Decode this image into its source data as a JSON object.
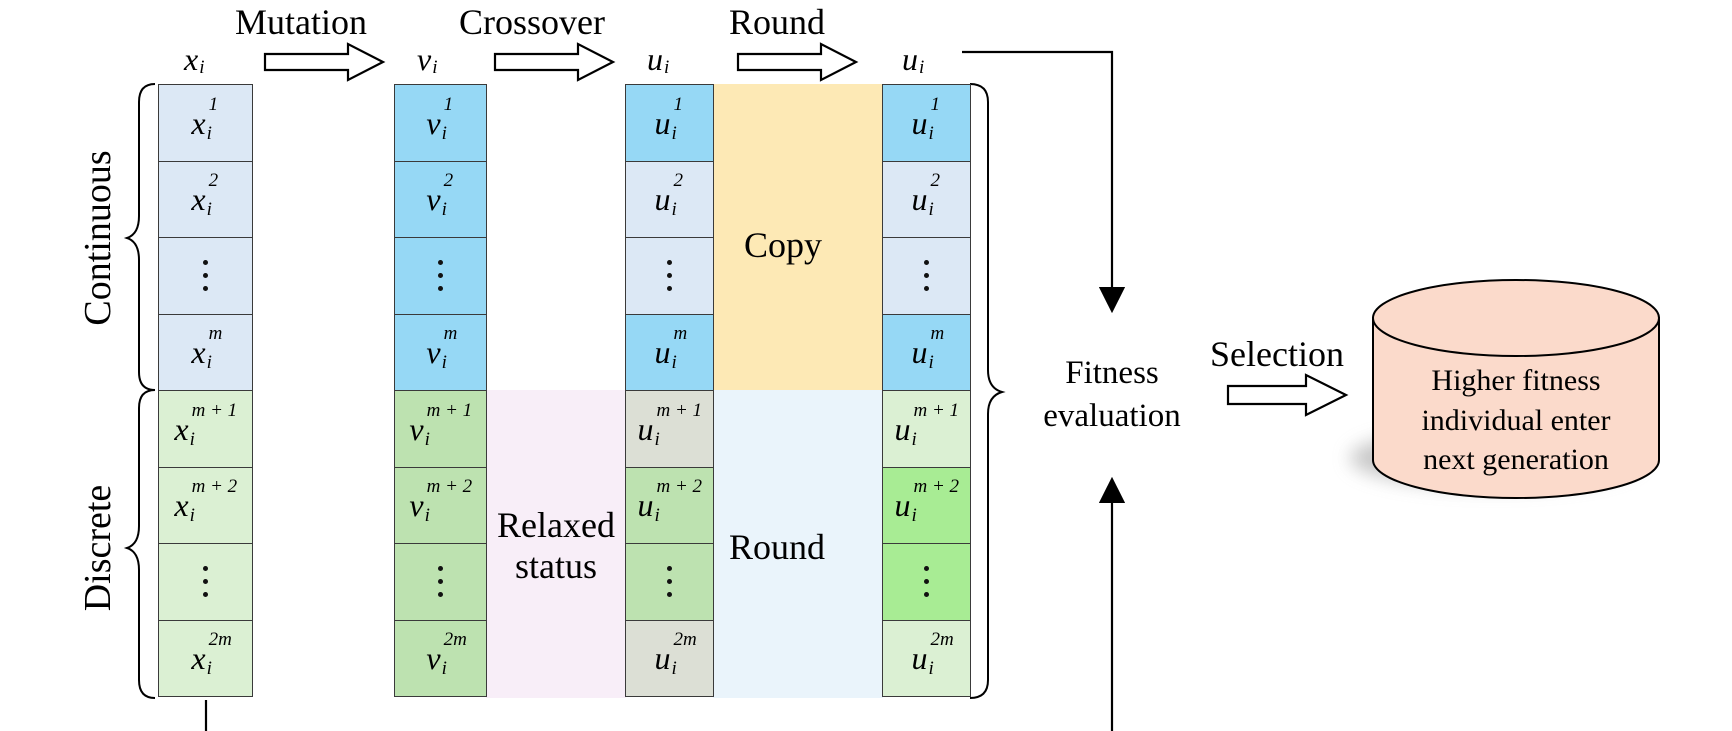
{
  "diagram": {
    "top_labels": {
      "x_vector": "x",
      "v_vector": "v",
      "u_vector_crossover": "u",
      "u_vector_round": "u",
      "subscript": "i"
    },
    "steps": {
      "mutation": "Mutation",
      "crossover": "Crossover",
      "round": "Round",
      "selection": "Selection"
    },
    "sections": {
      "continuous": "Continuous",
      "discrete": "Discrete"
    },
    "band_labels": {
      "copy": "Copy",
      "relaxed_line1": "Relaxed",
      "relaxed_line2": "status",
      "round": "Round"
    },
    "fitness": {
      "line1": "Fitness",
      "line2": "evaluation"
    },
    "database": {
      "line1": "Higher fitness",
      "line2": "individual enter",
      "line3": "next generation"
    },
    "columns": [
      {
        "name": "x",
        "cells": [
          {
            "sup": "1"
          },
          {
            "sup": "2"
          },
          {
            "dots": true
          },
          {
            "sup": "m"
          },
          {
            "sup": "m + 1"
          },
          {
            "sup": "m + 2"
          },
          {
            "dots": true
          },
          {
            "sup": "2m"
          }
        ]
      },
      {
        "name": "v",
        "cells": [
          {
            "sup": "1"
          },
          {
            "sup": "2"
          },
          {
            "dots": true
          },
          {
            "sup": "m"
          },
          {
            "sup": "m + 1"
          },
          {
            "sup": "m + 2"
          },
          {
            "dots": true
          },
          {
            "sup": "2m"
          }
        ]
      },
      {
        "name": "u",
        "cells": [
          {
            "sup": "1"
          },
          {
            "sup": "2"
          },
          {
            "dots": true
          },
          {
            "sup": "m"
          },
          {
            "sup": "m + 1"
          },
          {
            "sup": "m + 2"
          },
          {
            "dots": true
          },
          {
            "sup": "2m"
          }
        ]
      },
      {
        "name": "u",
        "cells": [
          {
            "sup": "1"
          },
          {
            "sup": "2"
          },
          {
            "dots": true
          },
          {
            "sup": "m"
          },
          {
            "sup": "m + 1"
          },
          {
            "sup": "m + 2"
          },
          {
            "dots": true
          },
          {
            "sup": "2m"
          }
        ]
      }
    ],
    "colors": {
      "continuous_light": "#dce8f5",
      "continuous_strong": "#96d8f5",
      "discrete_light": "#dbf0d3",
      "discrete_mid": "#bde2b0",
      "discrete_grey": "#dcdfd5",
      "discrete_strong": "#a8ec94",
      "copy_band": "#fde9b5",
      "relaxed_band": "#f8eef8",
      "round_band": "#eaf4fb",
      "database_fill": "#fbdacb"
    }
  }
}
